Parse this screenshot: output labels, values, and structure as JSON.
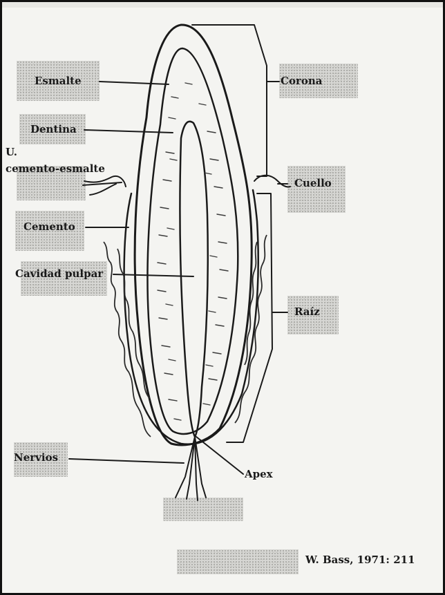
{
  "labels": {
    "esmalte": "Esmalte",
    "dentina": "Dentina",
    "union": "U.",
    "union2": "cemento-esmalte",
    "cemento": "Cemento",
    "cavidad": "Cavidad pulpar",
    "nervios": "Nervios",
    "corona": "Corona",
    "cuello": "Cuello",
    "raiz": "Raíz",
    "apex": "Apex"
  },
  "citation": "W. Bass, 1971: 211",
  "colors": {
    "ink": "#1a1a1a",
    "paper": "#f4f4f1",
    "shade": "#d3d3d0"
  }
}
